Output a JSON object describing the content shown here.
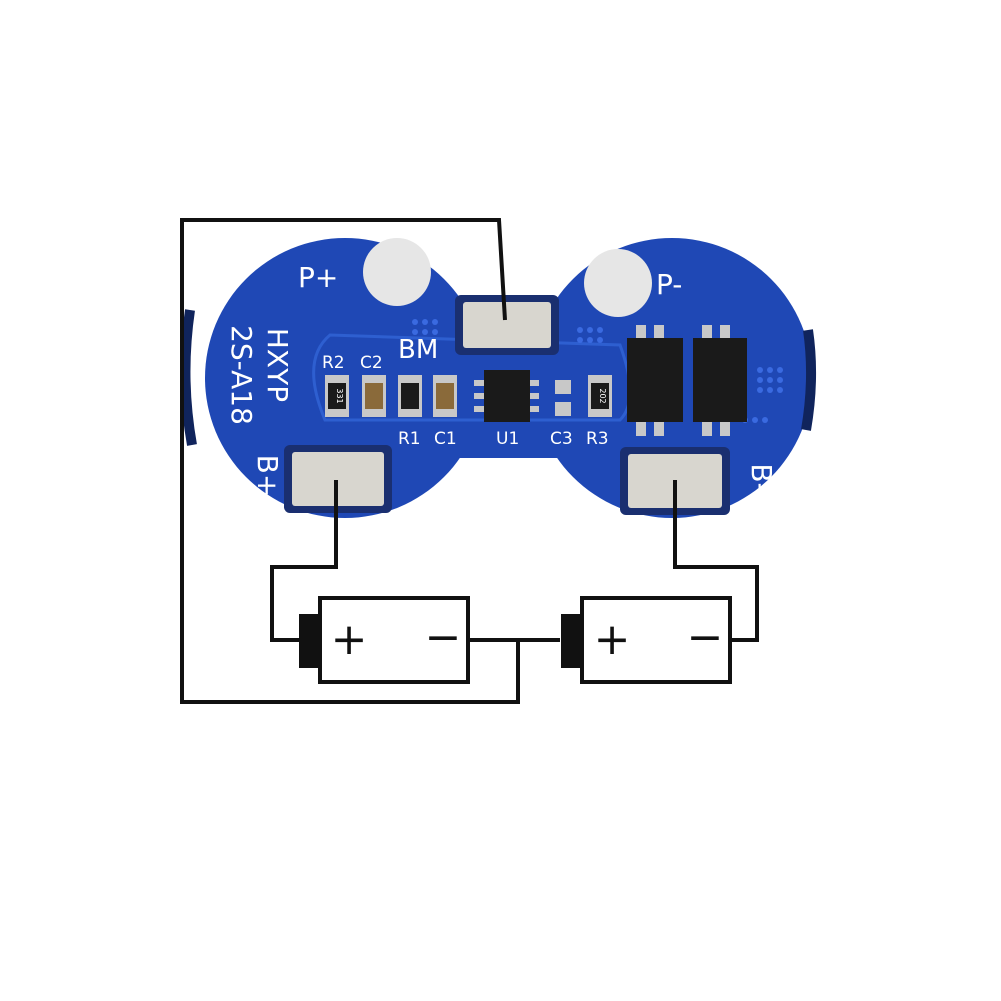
{
  "board": {
    "model_line1": "HXYP",
    "model_line2": "2S-A18",
    "pads": {
      "p_plus": "P+",
      "p_minus": "P-",
      "b_plus": "B+",
      "b_minus": "B-",
      "bm": "BM"
    },
    "components": {
      "r2": "R2",
      "c2": "C2",
      "r1": "R1",
      "c1": "C1",
      "u1": "U1",
      "c3": "C3",
      "r3": "R3"
    },
    "resistor_codes": {
      "r2": "331",
      "r1": "",
      "r3": "202"
    }
  },
  "batteries": [
    {
      "plus_sign": "+",
      "minus_sign": "−"
    },
    {
      "plus_sign": "+",
      "minus_sign": "−"
    }
  ],
  "colors": {
    "pcb": "#1f48b5",
    "pcb_dark": "#173a95",
    "pad": "#d8d6cf",
    "chip": "#1a1a1a",
    "wire": "#111111",
    "silkscreen": "#ffffff"
  }
}
